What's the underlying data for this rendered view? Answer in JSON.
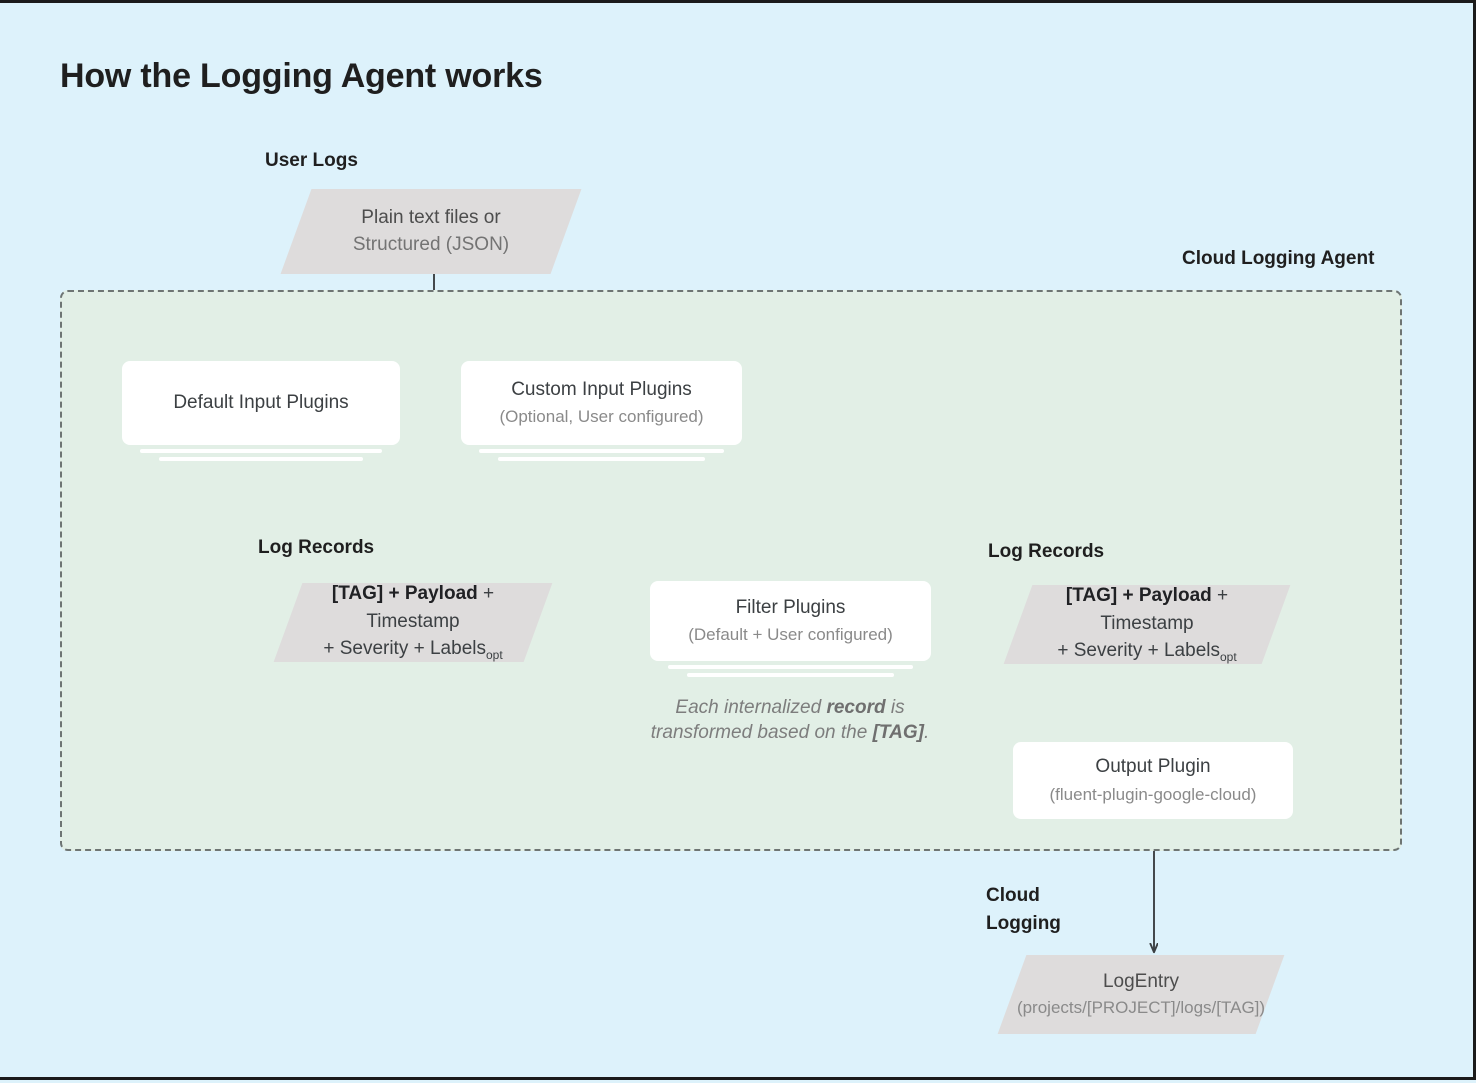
{
  "page": {
    "title": "How the Logging Agent works",
    "background_color": "#ddf2fb",
    "agent_zone_color": "#e2efe6",
    "node_fill_color": "#dedcdc",
    "card_fill_color": "#ffffff",
    "connector_color": "#3c4043"
  },
  "zones": {
    "user_logs_label": "User Logs",
    "cloud_logging_agent_label": "Cloud Logging Agent",
    "log_records_left_label": "Log Records",
    "log_records_right_label": "Log Records",
    "cloud_logging_label": "Cloud\nLogging"
  },
  "nodes": {
    "user_logs_source": {
      "shape": "parallelogram",
      "line1": "Plain text files or",
      "line2": "Structured (JSON)"
    },
    "default_input_plugins": {
      "shape": "stacked-card",
      "title": "Default Input Plugins",
      "sub": ""
    },
    "custom_input_plugins": {
      "shape": "stacked-card",
      "title": "Custom Input Plugins",
      "sub": "(Optional, User configured)"
    },
    "log_record_in": {
      "shape": "parallelogram",
      "rich_html": "<b>[TAG] + Payload</b> + Timestamp<br>+ Severity + Labels<sub>opt</sub>"
    },
    "filter_plugins": {
      "shape": "stacked-card",
      "title": "Filter Plugins",
      "sub": "(Default + User configured)"
    },
    "log_record_out": {
      "shape": "parallelogram",
      "rich_html": "<b>[TAG] + Payload</b> + Timestamp<br>+ Severity + Labels<sub>opt</sub>"
    },
    "output_plugin": {
      "shape": "card",
      "title": "Output Plugin",
      "sub": "(fluent-plugin-google-cloud)"
    },
    "log_entry": {
      "shape": "parallelogram",
      "line1": "LogEntry",
      "line2": "(projects/[PROJECT]/logs/[TAG])"
    }
  },
  "annotations": {
    "filter_note_html": "Each internalized <b>record</b> is<br>transformed based on the <b>[TAG]</b>."
  },
  "flow_edges": [
    {
      "from": "user_logs_source",
      "to": "default_input_plugins",
      "style": "solid-arrow"
    },
    {
      "from": "user_logs_source",
      "to": "custom_input_plugins",
      "style": "solid-arrow"
    },
    {
      "from": "default_input_plugins",
      "to": "log_record_in",
      "style": "dashed-then-solid-arrow"
    },
    {
      "from": "custom_input_plugins",
      "to": "log_record_in",
      "style": "dashed-then-solid-arrow"
    },
    {
      "from": "log_record_in",
      "to": "filter_plugins",
      "style": "solid-arrow"
    },
    {
      "from": "filter_plugins",
      "to": "log_record_out",
      "style": "solid-arrow"
    },
    {
      "from": "log_record_out",
      "to": "output_plugin",
      "style": "solid-arrow"
    },
    {
      "from": "output_plugin",
      "to": "log_entry",
      "style": "solid-arrow"
    }
  ]
}
